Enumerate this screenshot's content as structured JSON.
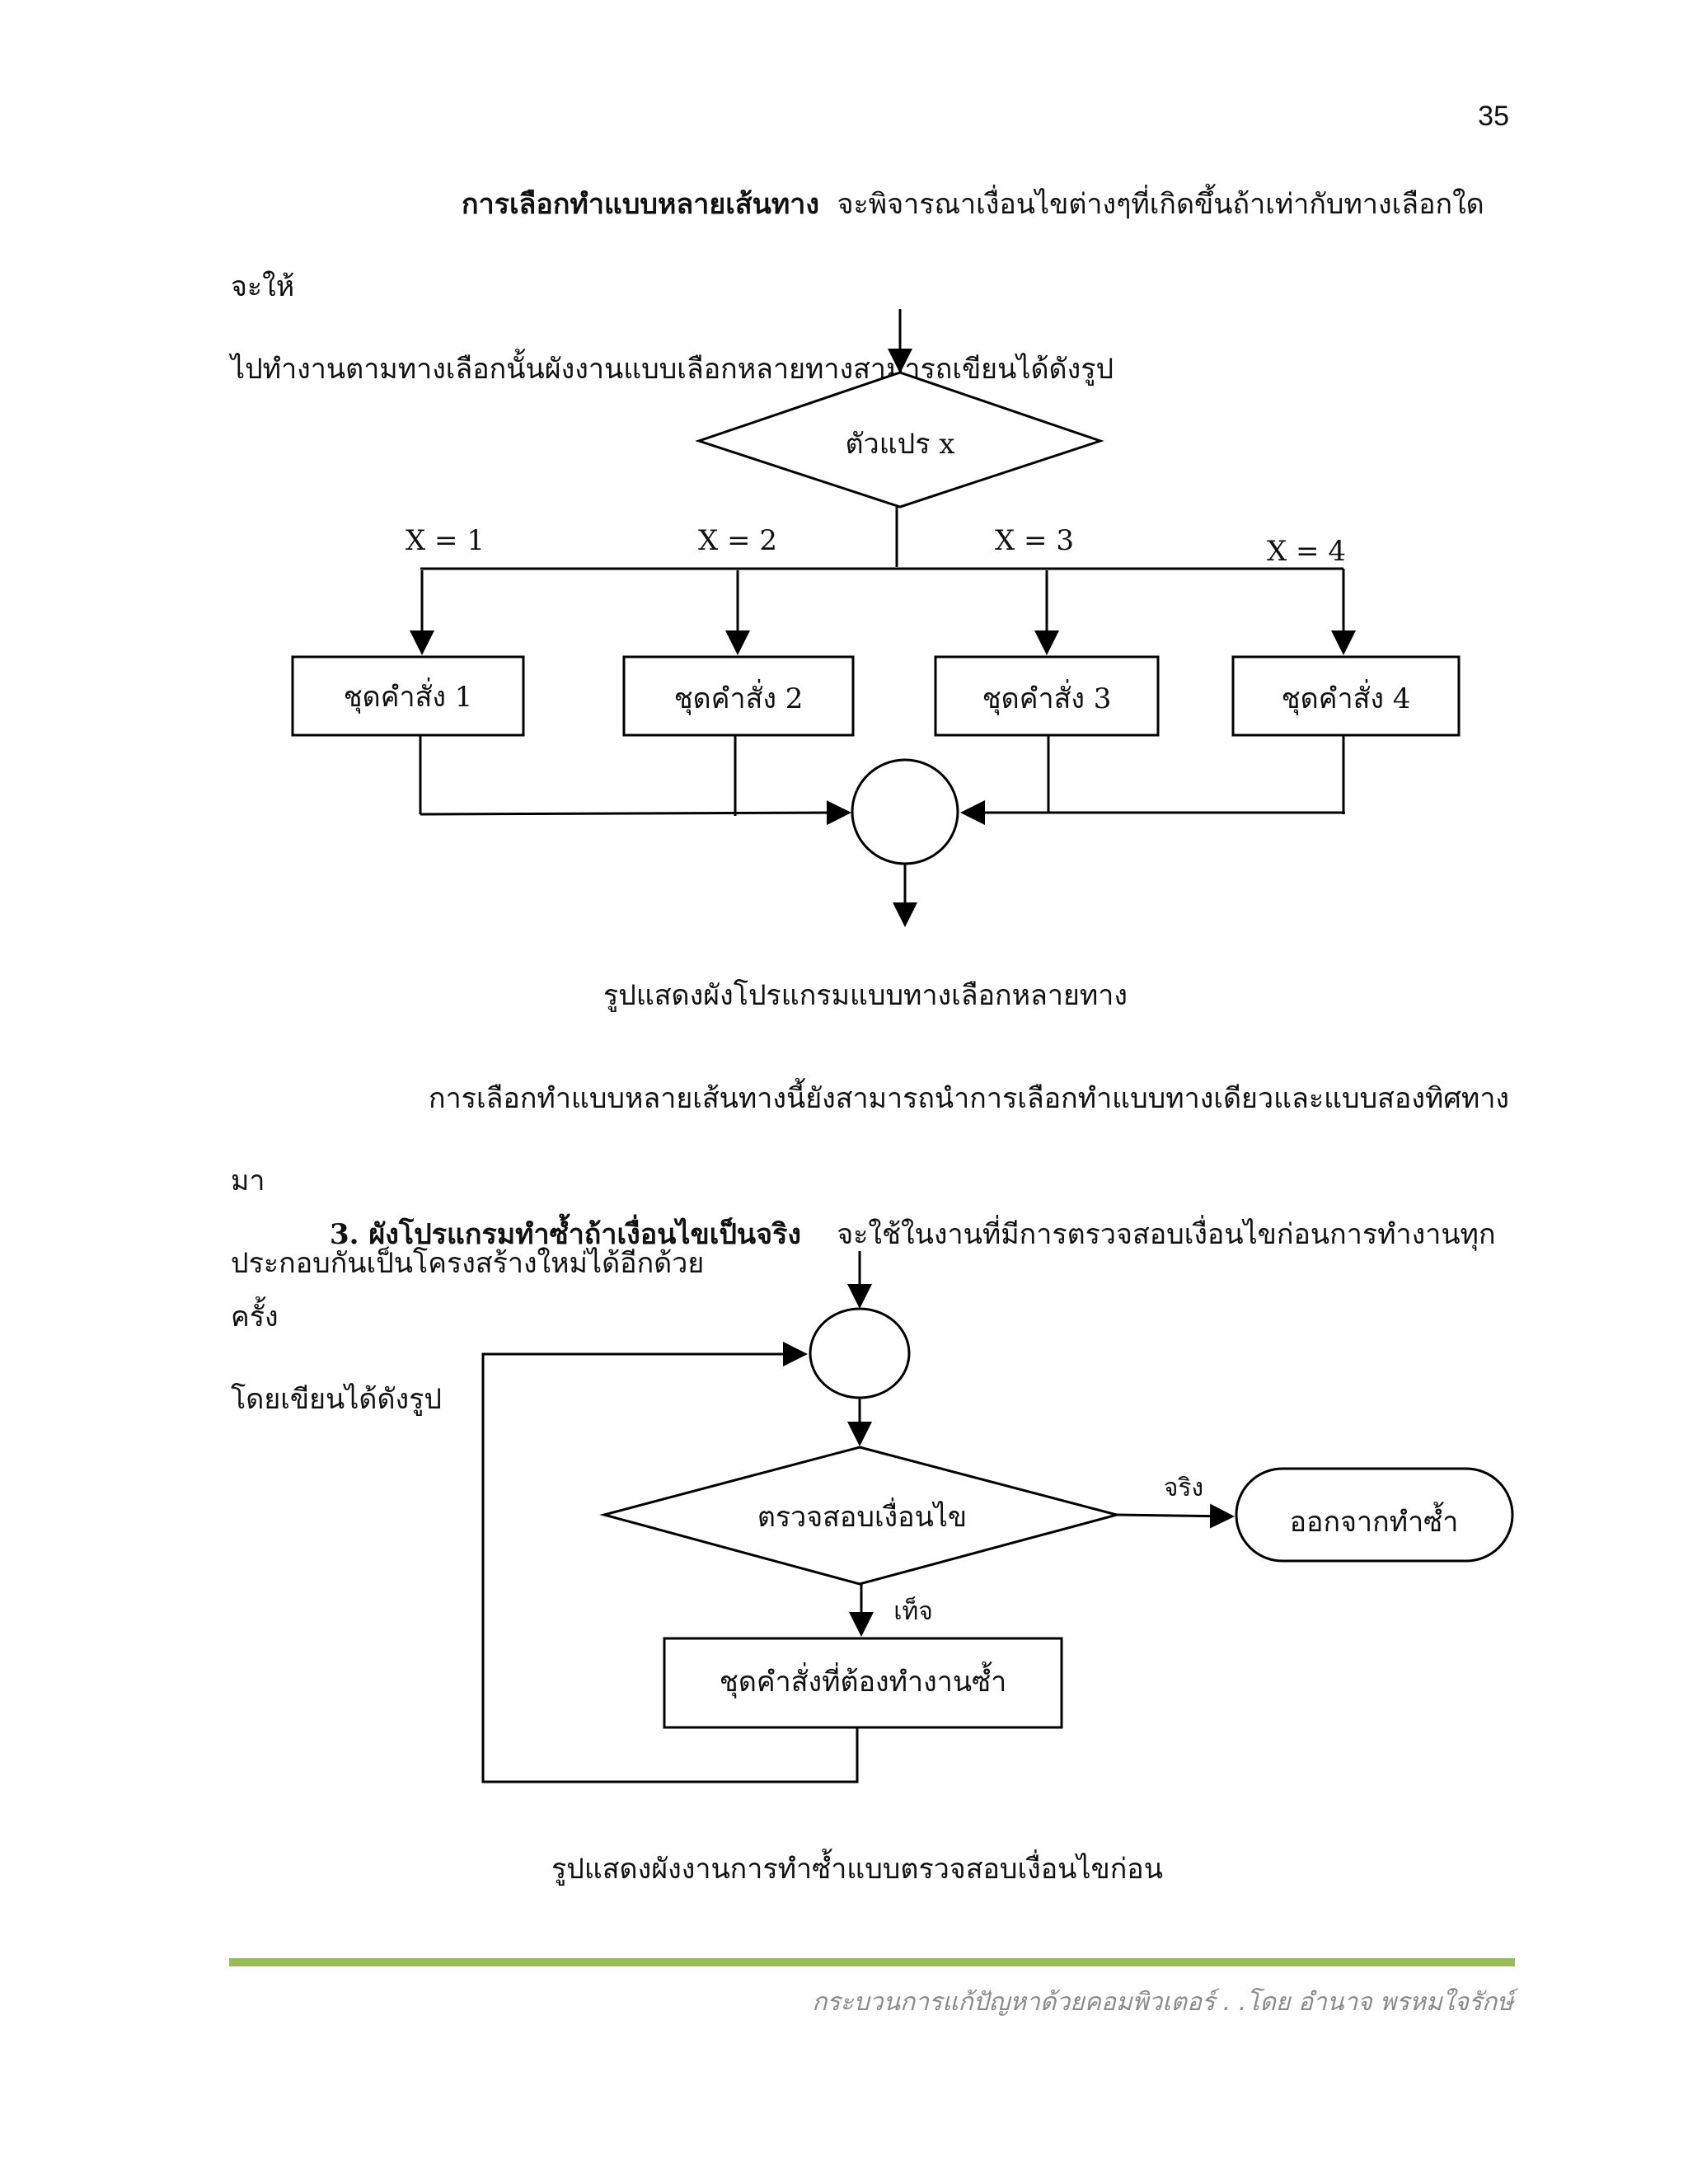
{
  "page_number": "35",
  "paragraph_1": {
    "bold_lead": "การเลือกทำแบบหลายเส้นทาง",
    "text_line1": "จะพิจารณาเงื่อนไขต่างๆที่เกิดขึ้นถ้าเท่ากับทางเลือกใดจะให้",
    "text_line2": "ไปทำงานตามทางเลือกนั้นผังงานแบบเลือกหลายทางสามารถเขียนได้ดังรูป"
  },
  "diagram_1": {
    "decision_label": "ตัวแปร  x",
    "branches": [
      {
        "condition": "X  =  1",
        "box": "ชุดคำสั่ง  1"
      },
      {
        "condition": "X  =  2",
        "box": "ชุดคำสั่ง  2"
      },
      {
        "condition": "X  =  3",
        "box": "ชุดคำสั่ง  3"
      },
      {
        "condition": "X  =  4",
        "box": "ชุดคำสั่ง  4"
      }
    ],
    "caption": "รูปแสดงผังโปรแกรมแบบทางเลือกหลายทาง"
  },
  "paragraph_2": {
    "text_line1": "การเลือกทำแบบหลายเส้นทางนี้ยังสามารถนำการเลือกทำแบบทางเดียวและแบบสองทิศทางมา",
    "text_line2": "ประกอบกันเป็นโครงสร้างใหม่ได้อีกด้วย"
  },
  "paragraph_3": {
    "bold_lead": "3. ผังโปรแกรมทำซ้ำถ้าเงื่อนไขเป็นจริง",
    "text_line1": "จะใช้ในงานที่มีการตรวจสอบเงื่อนไขก่อนการทำงานทุกครั้ง",
    "text_line2": "โดยเขียนได้ดังรูป"
  },
  "diagram_2": {
    "decision_label": "ตรวจสอบเงื่อนไข",
    "true_label": "จริง",
    "false_label": "เท็จ",
    "exit_label": "ออกจากทำซ้ำ",
    "process_label": "ชุดคำสั่งที่ต้องทำงานซ้ำ",
    "caption": "รูปแสดงผังงานการทำซ้ำแบบตรวจสอบเงื่อนไขก่อน"
  },
  "footer": {
    "text": "กระบวนการแก้ปัญหาด้วยคอมพิวเตอร์ . .โดย อำนาจ   พรหมใจรักษ์",
    "rule_color": "#9bbb59"
  }
}
